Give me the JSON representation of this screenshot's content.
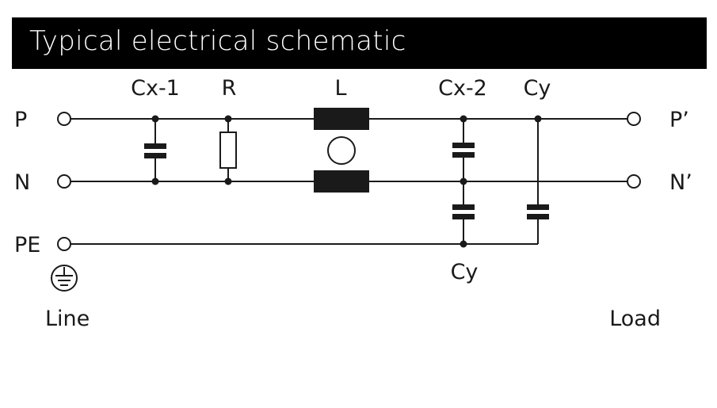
{
  "title": "Typical electrical schematic",
  "labels": {
    "p": "P",
    "n": "N",
    "pe": "PE",
    "p_out": "P’",
    "n_out": "N’",
    "cx1": "Cx-1",
    "r": "R",
    "l": "L",
    "cx2": "Cx-2",
    "cy_top": "Cy",
    "cy_bottom": "Cy",
    "line": "Line",
    "load": "Load"
  },
  "colors": {
    "title_bg": "#000000",
    "title_text": "#ffffff",
    "ink": "#1a1a1a"
  },
  "icons": {
    "ground": "ground-symbol-icon"
  }
}
